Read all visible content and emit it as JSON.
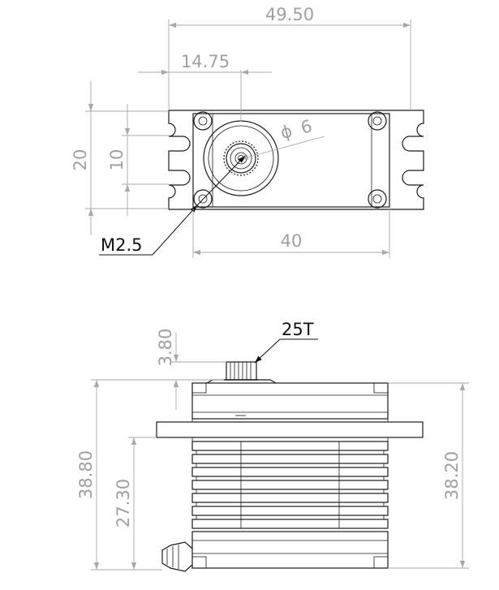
{
  "top_view": {
    "dims": {
      "overall_length": "49.50",
      "shaft_offset": "14.75",
      "height_outer": "20",
      "height_inner": "10",
      "spline_dia": "6",
      "dia_symbol": "ϕ",
      "mount_hole": "M2.5",
      "body_length": "40"
    }
  },
  "side_view": {
    "dims": {
      "shaft_height": "3.80",
      "spline": "25T",
      "total_height": "38.80",
      "flange_height": "27.30",
      "body_height": "38.20"
    }
  }
}
